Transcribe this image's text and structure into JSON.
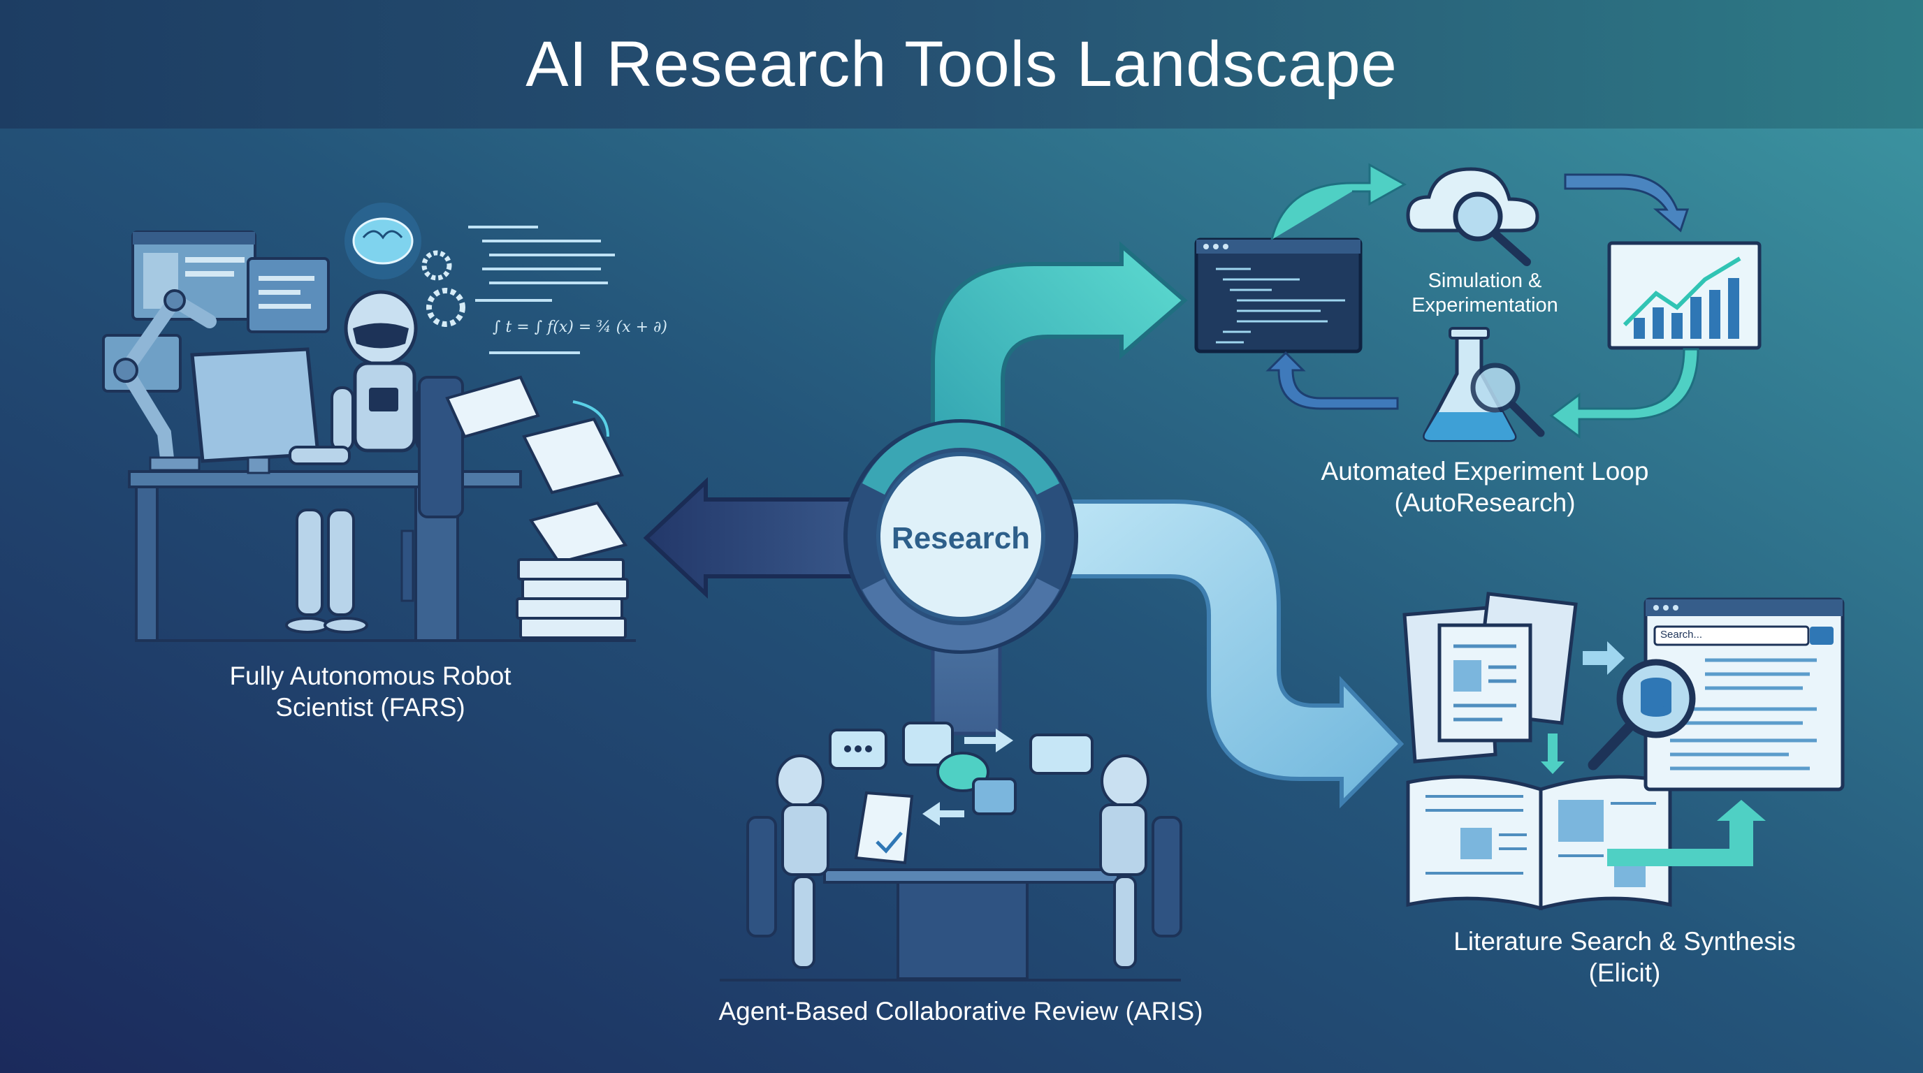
{
  "title": "AI Research Tools Landscape",
  "hub": {
    "label": "Research"
  },
  "fars": {
    "line1": "Fully Autonomous Robot",
    "line2": "Scientist (FARS)"
  },
  "autoresearch": {
    "line1": "Automated Experiment Loop",
    "line2": "(AutoResearch)",
    "sim_line1": "Simulation &",
    "sim_line2": "Experimentation"
  },
  "elicit": {
    "line1": "Literature Search & Synthesis",
    "line2": "(Elicit)",
    "search_placeholder": "Search..."
  },
  "aris": {
    "label": "Agent-Based Collaborative Review (ARIS)"
  },
  "colors": {
    "bg_dark": "#1b2e5e",
    "bg_light": "#3e9aa4",
    "teal": "#4fd0c4",
    "light_blue": "#9fd6ef",
    "navy_arrow": "#2c4576",
    "hub": "#dff1f9",
    "hub_text": "#2d5f8a"
  }
}
